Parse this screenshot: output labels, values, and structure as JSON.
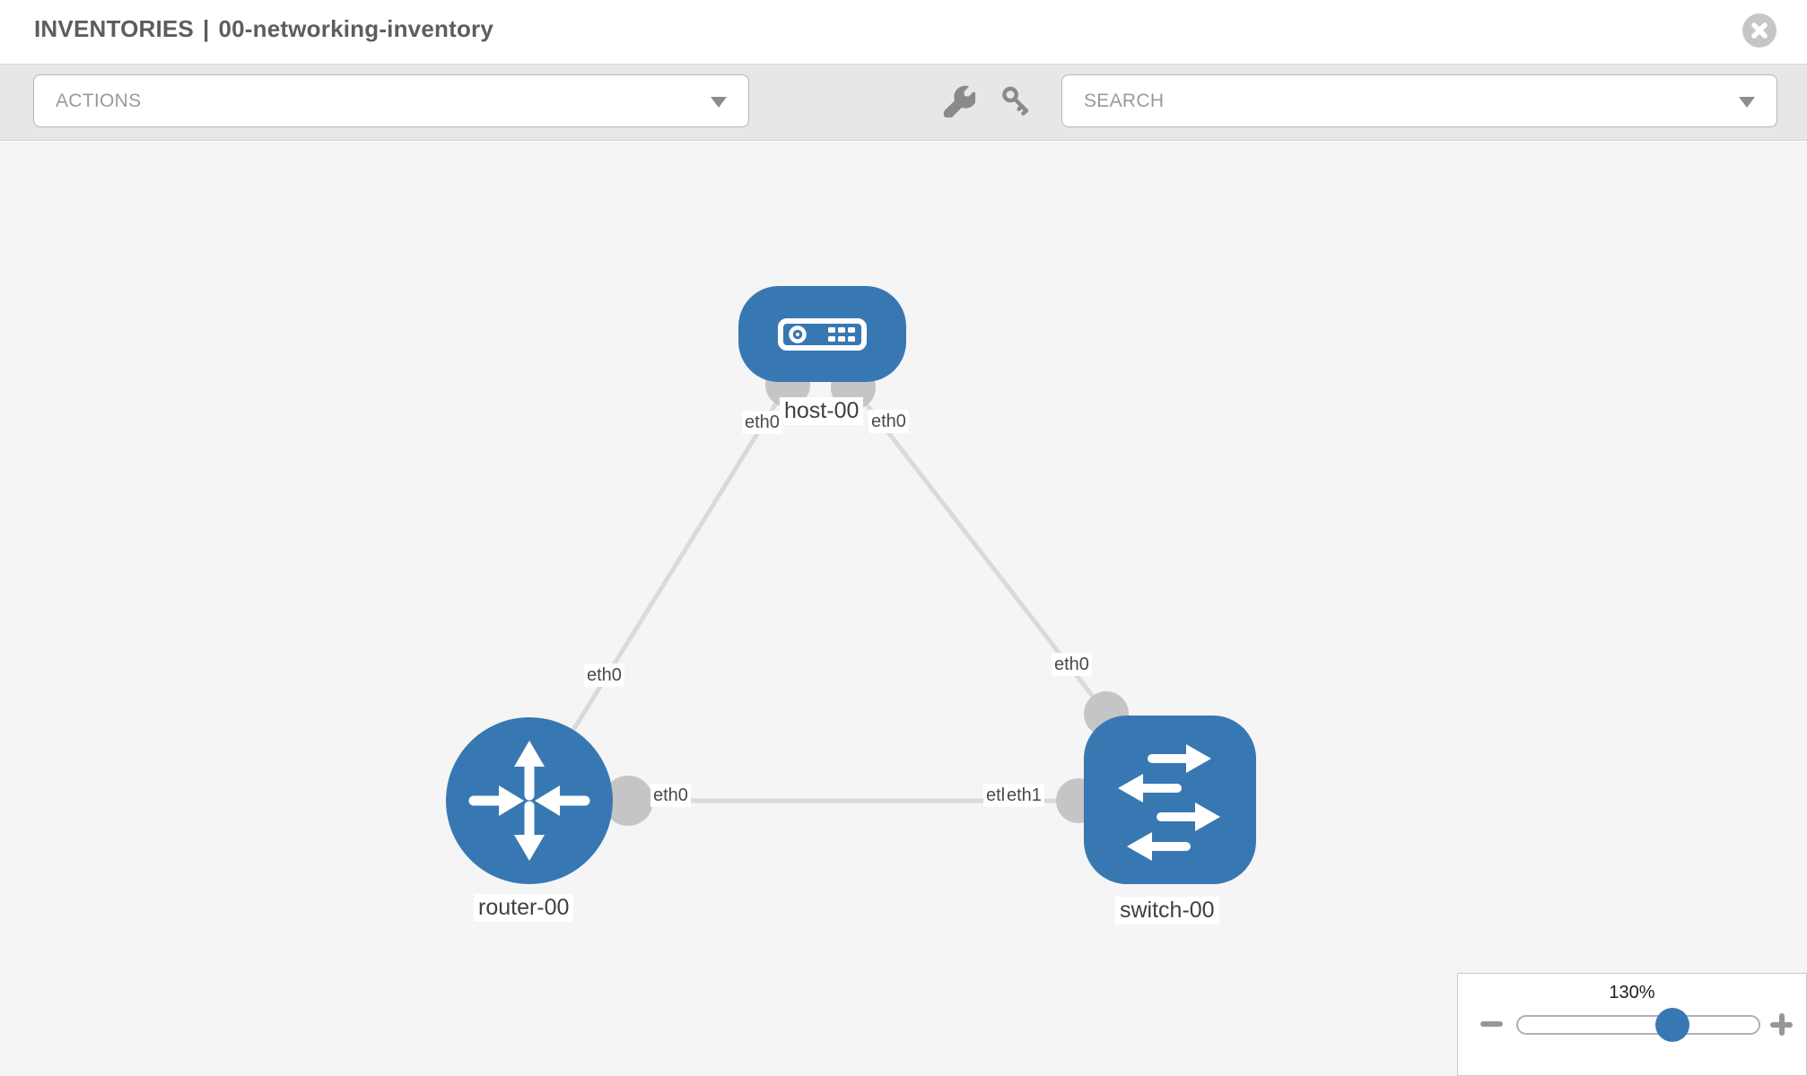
{
  "header": {
    "title_prefix": "INVENTORIES",
    "title_separator": "|",
    "inventory_name": "00-networking-inventory"
  },
  "toolbar": {
    "actions_label": "ACTIONS",
    "search_placeholder": "SEARCH",
    "icons": [
      "wrench-icon",
      "key-icon"
    ]
  },
  "topology": {
    "nodes": [
      {
        "id": "host-00",
        "type": "host",
        "label": "host-00"
      },
      {
        "id": "router-00",
        "type": "router",
        "label": "router-00"
      },
      {
        "id": "switch-00",
        "type": "switch",
        "label": "switch-00"
      }
    ],
    "links": [
      {
        "source": "host-00",
        "target": "router-00",
        "source_iface": "eth0",
        "target_iface": "eth0"
      },
      {
        "source": "host-00",
        "target": "switch-00",
        "source_iface": "eth0",
        "target_iface": "eth0"
      },
      {
        "source": "router-00",
        "target": "switch-00",
        "source_iface": "eth0",
        "target_iface": "eth1",
        "target_iface_overlapped": "eth0"
      }
    ]
  },
  "zoom_panel": {
    "level": "130%"
  },
  "colors": {
    "node_blue": "#3878b2",
    "link_gray": "#dadada",
    "dot_gray": "#c5c5c5",
    "canvas_bg": "#f5f5f5",
    "toolbar_bg": "#e7e7e7",
    "thumb_blue": "#3878b2"
  }
}
